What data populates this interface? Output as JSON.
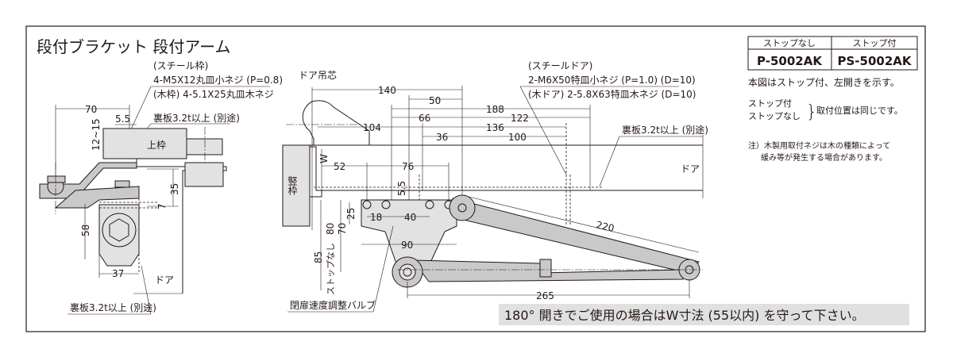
{
  "title": "段付ブラケット 段付アーム",
  "left_view": {
    "screw_note": [
      "(スチール枠)",
      "4-M5X12丸皿小ネジ (P=0.8)",
      "(木枠) 4-5.1X25丸皿木ネジ"
    ],
    "backing_plate_top": "裏板3.2t以上 (別途)",
    "backing_plate_bottom": "裏板3.2t以上 (別途)",
    "upper_frame": "上枠",
    "door": "ドア",
    "dims": {
      "d70": "70",
      "d5_5": "5.5",
      "d12_15": "12~15",
      "d35": "35",
      "d7": "7",
      "d58": "58",
      "d37": "37"
    }
  },
  "main_view": {
    "hinge_center": "ドア吊芯",
    "side_frame": "竪枠",
    "door": "ドア",
    "w_label": "W",
    "screw_note": [
      "(スチールドア)",
      "2-M6X50特皿小ネジ (P=1.0) (D=10)",
      "(木ドア) 2-5.8X63特皿木ネジ (D=10)"
    ],
    "backing_plate": "裏板3.2t以上 (別途)",
    "valve": "閉扉速度調整バルブ",
    "no_stop_label": "ストップなし",
    "dims": {
      "d140": "140",
      "d50": "50",
      "d188": "188",
      "d66": "66",
      "d122": "122",
      "d104": "104",
      "d136": "136",
      "d36": "36",
      "d100": "100",
      "d52": "52",
      "d76": "76",
      "d5_5": "5.5",
      "d25": "25",
      "d18": "18",
      "d40": "40",
      "d70": "70",
      "d80": "80",
      "d85": "85",
      "d90": "90",
      "d220": "220",
      "d265": "265"
    }
  },
  "model_table": {
    "headers": [
      "ストップなし",
      "ストップ付"
    ],
    "models": [
      "P-5002AK",
      "PS-5002AK"
    ]
  },
  "notes": {
    "shown": "本図はストップ付、左開きを示す。",
    "with_stop": "ストップ付",
    "without_stop": "ストップなし",
    "same_position": "取付位置は同じです。",
    "caution_1": "注）木製用取付ネジは木の種類によって",
    "caution_2": "緩み等が発生する場合があります。"
  },
  "banner": "180° 開きでご使用の場合はW寸法 (55以内) を守って下さい。",
  "colors": {
    "line": "#231815",
    "banner_bg": "#e0e0e0",
    "part_fill": "#c9c9c9"
  }
}
